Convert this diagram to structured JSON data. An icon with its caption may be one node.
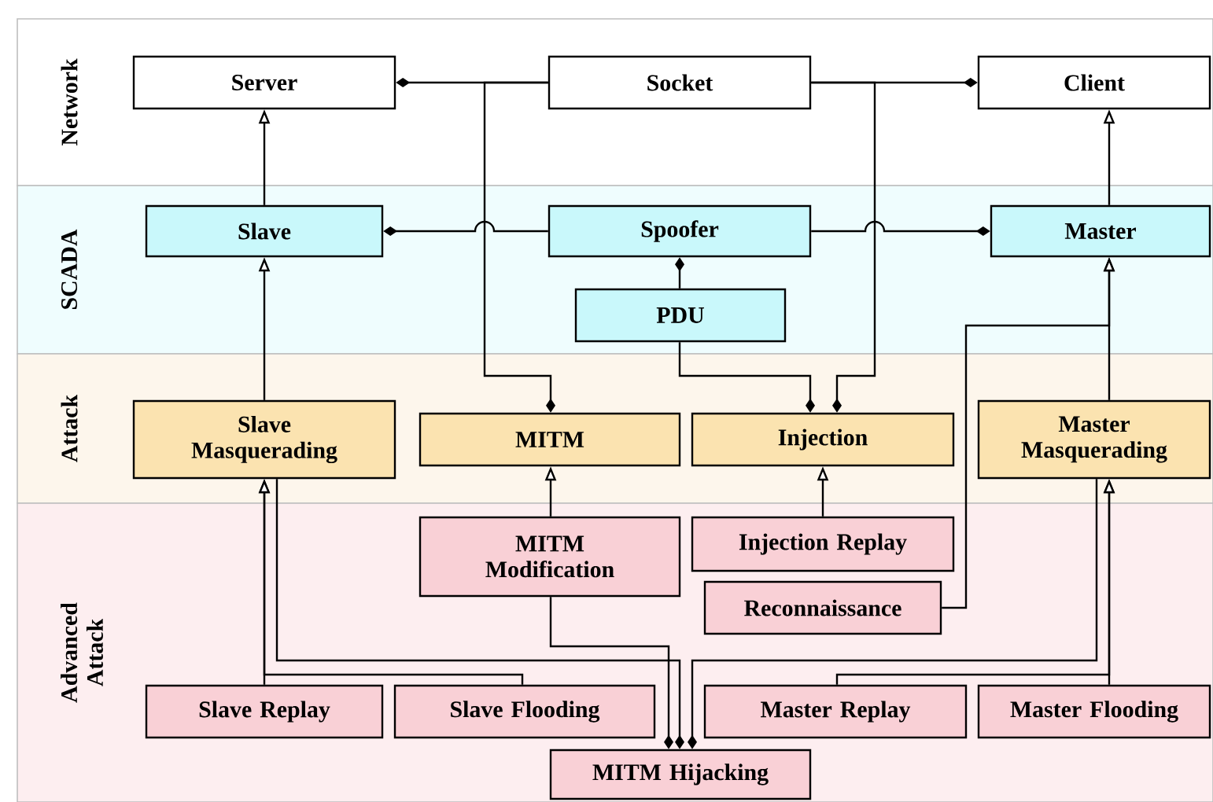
{
  "diagram": {
    "nodes": [
      {
        "text": [
          "Network"
        ]
      },
      {
        "text": [
          "Server"
        ],
        "in": 0
      },
      {
        "text": [
          "Socket"
        ],
        "in": 0
      },
      {
        "text": [
          "Client"
        ],
        "in": 0
      },
      {
        "text": [
          "SCADA"
        ]
      },
      {
        "text": [
          "Slave"
        ],
        "in": 4
      },
      {
        "text": [
          "Spoofer"
        ],
        "in": 4
      },
      {
        "text": [
          "Master"
        ],
        "in": 4
      },
      {
        "text": [
          "PDU"
        ],
        "in": 4
      },
      {
        "text": [
          "Attack"
        ]
      },
      {
        "text": [
          "Slave Masquerading"
        ],
        "in": 9
      },
      {
        "text": [
          "MITM"
        ],
        "in": 9
      },
      {
        "text": [
          "Injection"
        ],
        "in": 9
      },
      {
        "text": [
          "Master Masquerading"
        ],
        "in": 9
      },
      {
        "text": [
          "Advanced Attack"
        ]
      },
      {
        "text": [
          "MITM Modification"
        ],
        "in": 14
      },
      {
        "text": [
          "Injection Replay"
        ],
        "in": 14
      },
      {
        "text": [
          "Reconnaissance"
        ],
        "in": 14
      },
      {
        "text": [
          "Slave Replay"
        ],
        "in": 14
      },
      {
        "text": [
          "Slave Flooding"
        ],
        "in": 14
      },
      {
        "text": [
          "Master Replay"
        ],
        "in": 14
      },
      {
        "text": [
          "Master Flooding"
        ],
        "in": 14
      },
      {
        "text": [
          "MITM Hijacking"
        ],
        "in": 14
      }
    ],
    "edges": [
      {
        "from": 2,
        "to": 1,
        "arrow": "other"
      },
      {
        "from": 2,
        "to": 3,
        "arrow": "other"
      },
      {
        "from": 6,
        "to": 5,
        "arrow": "other"
      },
      {
        "from": 6,
        "to": 7,
        "arrow": "other"
      },
      {
        "from": 8,
        "to": 6,
        "arrow": "other"
      },
      {
        "from": 2,
        "to": 11,
        "arrow": "other"
      },
      {
        "from": 2,
        "to": 12,
        "arrow": "other"
      },
      {
        "from": 8,
        "to": 12,
        "arrow": "other"
      },
      {
        "from": 5,
        "to": 1,
        "arrow": "to"
      },
      {
        "from": 7,
        "to": 3,
        "arrow": "to"
      },
      {
        "from": 10,
        "to": 5,
        "arrow": "to"
      },
      {
        "from": 13,
        "to": 7,
        "arrow": "to"
      },
      {
        "from": 17,
        "to": 7,
        "arrow": "to"
      },
      {
        "from": 15,
        "to": 11,
        "arrow": "to"
      },
      {
        "from": 16,
        "to": 12,
        "arrow": "to"
      },
      {
        "from": 18,
        "to": 10,
        "arrow": "to"
      },
      {
        "from": 19,
        "to": 10,
        "arrow": "to"
      },
      {
        "from": 20,
        "to": 13,
        "arrow": "to"
      },
      {
        "from": 21,
        "to": 13,
        "arrow": "to"
      },
      {
        "from": 15,
        "to": 22,
        "arrow": "other"
      },
      {
        "from": 10,
        "to": 22,
        "arrow": "other"
      },
      {
        "from": 13,
        "to": 22,
        "arrow": "other"
      }
    ]
  }
}
